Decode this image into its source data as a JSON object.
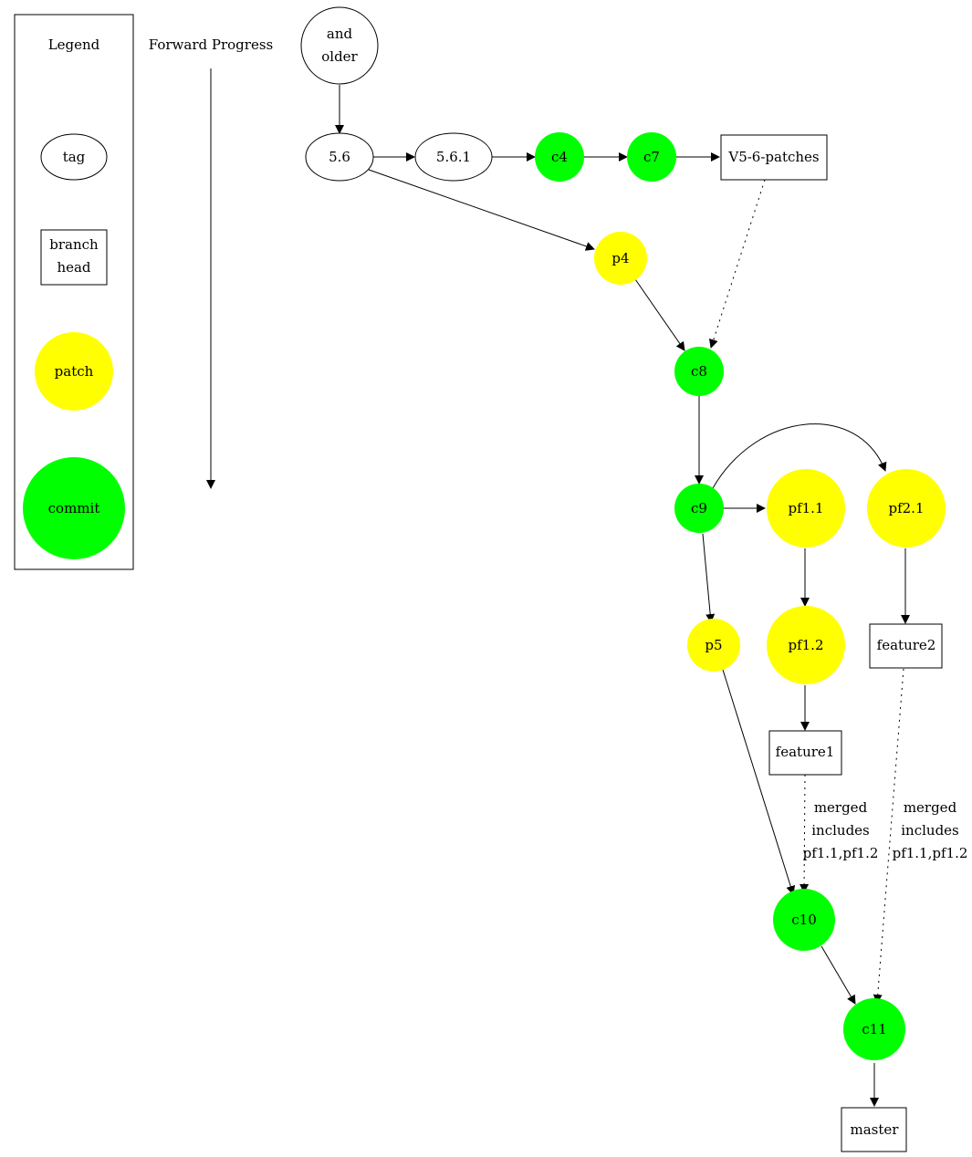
{
  "colors": {
    "patch": "#ffff00",
    "commit": "#00ff00",
    "tag": "#ffffff",
    "branch": "#ffffff",
    "stroke": "#000000"
  },
  "legend": {
    "title": "Legend",
    "items": {
      "tag": "tag",
      "branch_line1": "branch",
      "branch_line2": "head",
      "patch": "patch",
      "commit": "commit"
    }
  },
  "progress": {
    "label": "Forward Progress"
  },
  "nodes": {
    "older": {
      "line1": "and",
      "line2": "older",
      "kind": "tag"
    },
    "t56": {
      "label": "5.6",
      "kind": "tag"
    },
    "t561": {
      "label": "5.6.1",
      "kind": "tag"
    },
    "c4": {
      "label": "c4",
      "kind": "commit"
    },
    "c7": {
      "label": "c7",
      "kind": "commit"
    },
    "v56": {
      "label": "V5-6-patches",
      "kind": "branch"
    },
    "p4": {
      "label": "p4",
      "kind": "patch"
    },
    "c8": {
      "label": "c8",
      "kind": "commit"
    },
    "c9": {
      "label": "c9",
      "kind": "commit"
    },
    "pf11": {
      "label": "pf1.1",
      "kind": "patch"
    },
    "pf21": {
      "label": "pf2.1",
      "kind": "patch"
    },
    "p5": {
      "label": "p5",
      "kind": "patch"
    },
    "pf12": {
      "label": "pf1.2",
      "kind": "patch"
    },
    "feature2": {
      "label": "feature2",
      "kind": "branch"
    },
    "feature1": {
      "label": "feature1",
      "kind": "branch"
    },
    "c10": {
      "label": "c10",
      "kind": "commit"
    },
    "c11": {
      "label": "c11",
      "kind": "commit"
    },
    "master": {
      "label": "master",
      "kind": "branch"
    }
  },
  "edges": [
    {
      "from": "older",
      "to": "t56",
      "style": "solid"
    },
    {
      "from": "t56",
      "to": "t561",
      "style": "solid"
    },
    {
      "from": "t561",
      "to": "c4",
      "style": "solid"
    },
    {
      "from": "c4",
      "to": "c7",
      "style": "solid"
    },
    {
      "from": "c7",
      "to": "v56",
      "style": "solid"
    },
    {
      "from": "t56",
      "to": "p4",
      "style": "solid"
    },
    {
      "from": "v56",
      "to": "c8",
      "style": "dotted"
    },
    {
      "from": "p4",
      "to": "c8",
      "style": "solid"
    },
    {
      "from": "c8",
      "to": "c9",
      "style": "solid"
    },
    {
      "from": "c9",
      "to": "pf11",
      "style": "solid"
    },
    {
      "from": "c9",
      "to": "pf21",
      "style": "solid"
    },
    {
      "from": "c9",
      "to": "p5",
      "style": "solid"
    },
    {
      "from": "pf11",
      "to": "pf12",
      "style": "solid"
    },
    {
      "from": "pf21",
      "to": "feature2",
      "style": "solid"
    },
    {
      "from": "pf12",
      "to": "feature1",
      "style": "solid"
    },
    {
      "from": "feature1",
      "to": "c10",
      "style": "dotted"
    },
    {
      "from": "p5",
      "to": "c10",
      "style": "solid"
    },
    {
      "from": "feature2",
      "to": "c11",
      "style": "dotted"
    },
    {
      "from": "c10",
      "to": "c11",
      "style": "solid"
    },
    {
      "from": "c11",
      "to": "master",
      "style": "solid"
    }
  ],
  "edge_labels": {
    "feature1_c10": {
      "line1": "merged",
      "line2": "includes",
      "line3": "pf1.1,pf1.2"
    },
    "feature2_c11": {
      "line1": "merged",
      "line2": "includes",
      "line3": "pf1.1,pf1.2"
    }
  }
}
